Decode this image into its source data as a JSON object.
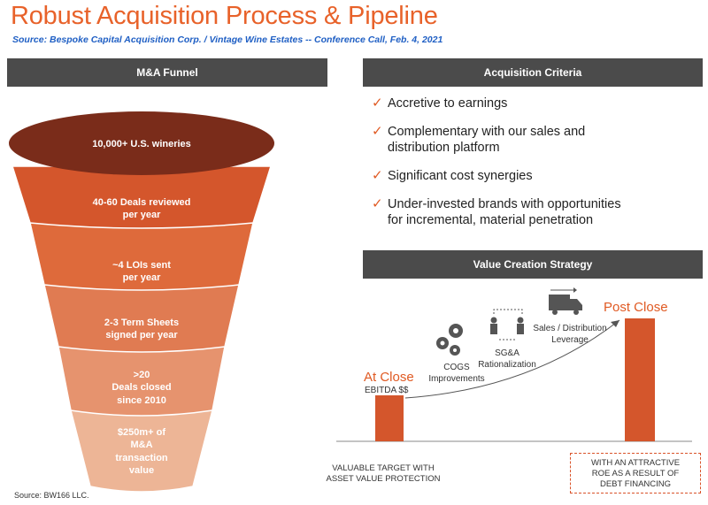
{
  "header": {
    "title": "Robust Acquisition Process & Pipeline",
    "subtitle": "Source: Bespoke Capital Acquisition Corp. / Vintage Wine Estates --  Conference Call, Feb. 4, 2021"
  },
  "funnel": {
    "heading": "M&A Funnel",
    "stages": [
      {
        "lines": [
          "10,000+ U.S. wineries"
        ],
        "color": "#7a2c1a"
      },
      {
        "lines": [
          "40-60 Deals reviewed",
          "per year"
        ],
        "color": "#d4562c"
      },
      {
        "lines": [
          "~4 LOIs sent",
          "per year"
        ],
        "color": "#de6a3b"
      },
      {
        "lines": [
          "2-3 Term Sheets",
          "signed per year"
        ],
        "color": "#e07b52"
      },
      {
        "lines": [
          ">20",
          "Deals closed",
          "since 2010"
        ],
        "color": "#e6936e"
      },
      {
        "lines": [
          "$250m+ of",
          "M&A",
          "transaction",
          "value"
        ],
        "color": "#edb596"
      }
    ]
  },
  "criteria": {
    "heading": "Acquisition Criteria",
    "check_symbol": "✓",
    "items": [
      [
        "Accretive to earnings"
      ],
      [
        "Complementary with our sales and",
        "distribution platform"
      ],
      [
        "Significant cost synergies"
      ],
      [
        "Under-invested brands with opportunities",
        "for incremental, material penetration"
      ]
    ]
  },
  "value_creation": {
    "heading": "Value Creation Strategy",
    "at_close": "At Close",
    "ebitda": "EBITDA $$",
    "post_close": "Post Close",
    "cogs": [
      "COGS",
      "Improvements"
    ],
    "sga": [
      "SG&A",
      "Rationalization"
    ],
    "sales": [
      "Sales / Distribution",
      "Leverage"
    ],
    "bottom_left": [
      "VALUABLE TARGET WITH",
      "ASSET VALUE PROTECTION"
    ],
    "bottom_right": [
      "WITH AN ATTRACTIVE",
      "ROE AS A RESULT OF",
      "DEBT FINANCING"
    ],
    "icons": [
      "gears-icon",
      "people-exchange-icon",
      "truck-icon"
    ],
    "bar_color": "#d4562c"
  },
  "footer": {
    "source": "Source: BW166 LLC."
  }
}
